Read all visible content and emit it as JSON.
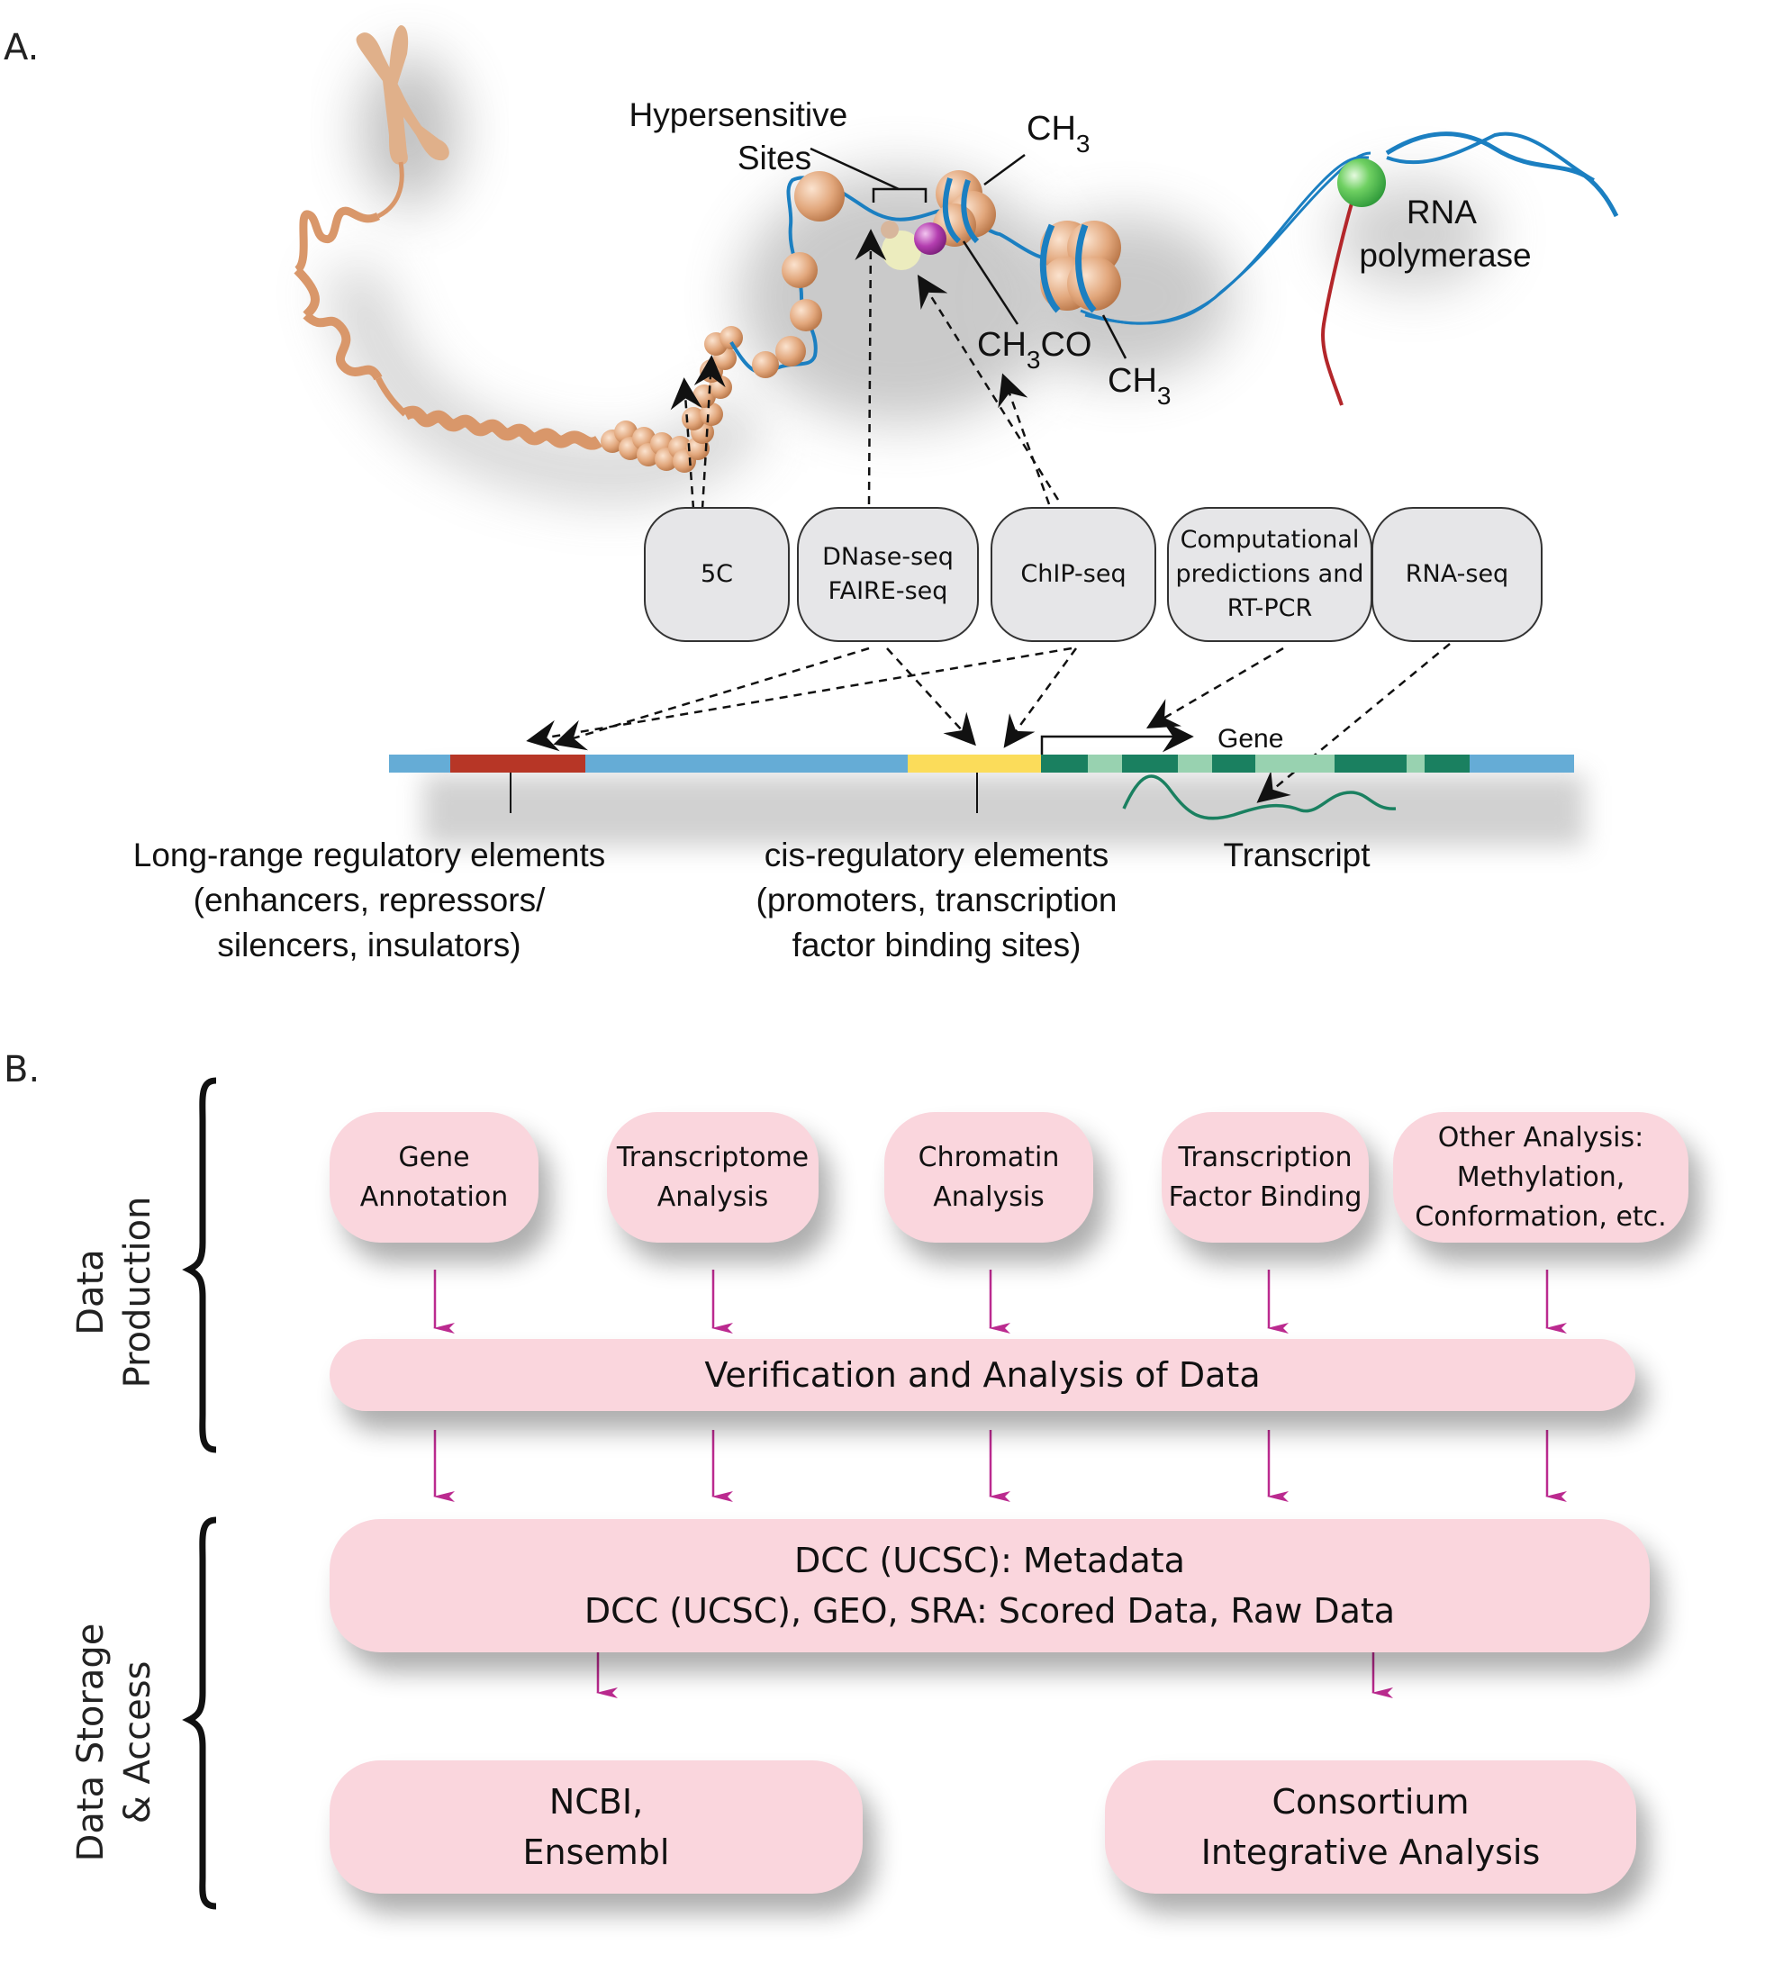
{
  "panel_a": {
    "label": "A.",
    "annotations": {
      "hypersensitive_sites": "Hypersensitive\nSites",
      "ch3_top": "CH",
      "ch3_top_sub": "3",
      "ch3co": "CH",
      "ch3co_sub": "3",
      "ch3co_tail": "CO",
      "ch3_bottom": "CH",
      "ch3_bottom_sub": "3",
      "rna_polymerase": "RNA\npolymerase",
      "gene": "Gene"
    },
    "methods": [
      {
        "label": "5C"
      },
      {
        "label": "DNase-seq\nFAIRE-seq"
      },
      {
        "label": "ChIP-seq"
      },
      {
        "label": "Computational\npredictions and\nRT-PCR"
      },
      {
        "label": "RNA-seq"
      }
    ],
    "captions": {
      "long_range": "Long-range regulatory elements\n(enhancers, repressors/\nsilencers, insulators)",
      "cis_regulatory": "cis-regulatory elements\n(promoters, transcription\nfactor binding sites)",
      "transcript": "Transcript"
    },
    "colors": {
      "chromatin": "#d9976a",
      "dna_strand": "#1b7fc1",
      "polymerase": "#4fbf4f",
      "track_background": "#65acd6",
      "long_range_element": "#b73626",
      "cis_element": "#fbdc5a",
      "exon_dark": "#1a8060",
      "exon_light": "#98d2b0",
      "transcript": "#1a8060"
    }
  },
  "panel_b": {
    "label": "B.",
    "sections": {
      "data_production": "Data\nProduction",
      "data_storage": "Data Storage\n& Access"
    },
    "production_boxes": [
      {
        "label": "Gene\nAnnotation"
      },
      {
        "label": "Transcriptome\nAnalysis"
      },
      {
        "label": "Chromatin\nAnalysis"
      },
      {
        "label": "Transcription\nFactor Binding"
      },
      {
        "label": "Other Analysis:\nMethylation,\nConformation, etc."
      }
    ],
    "verification_box": "Verification and Analysis of Data",
    "dcc_box": "DCC (UCSC): Metadata\nDCC (UCSC), GEO, SRA: Scored Data, Raw Data",
    "output_boxes": [
      {
        "label": "NCBI,\nEnsembl"
      },
      {
        "label": "Consortium\nIntegrative Analysis"
      }
    ],
    "colors": {
      "box_fill": "#fad6dd",
      "arrow": "#bb2a8f"
    }
  }
}
